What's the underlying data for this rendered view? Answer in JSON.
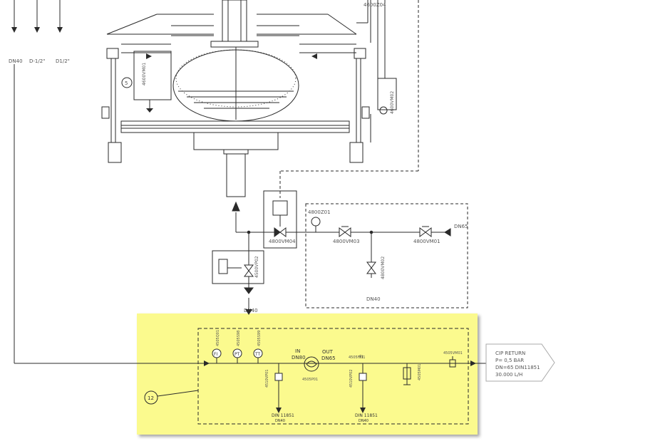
{
  "colors": {
    "line": "#2a2a2a",
    "highlight": "#fbfa8e",
    "text": "#333333"
  },
  "top_left": {
    "size1": "DN40",
    "size2": "D-1/2\"",
    "size3": "D1/2\""
  },
  "vessel": {
    "label_top_right": "4600Z04",
    "valve_left": "4600VM01",
    "valve_right": "4600VM02",
    "bubble": "5"
  },
  "middle": {
    "gauge": "4800Z01",
    "valve_main": "4800VM04",
    "valve_03": "4800VM03",
    "valve_01": "4800VM01",
    "valve_02": "4800VM02",
    "inlet_dn": "DN65",
    "drain_dn": "DN40",
    "valve_pv": "4500VP02",
    "outlet_dn": "DN40"
  },
  "skid": {
    "bubble": "12",
    "instrument_fi": "FI",
    "instrument_pt": "PT",
    "instrument_tt": "TT",
    "tag_fi": "4505Q01",
    "tag_pt": "4505S98",
    "tag_tt": "4505S99",
    "in_label": "IN",
    "in_dn": "DN80",
    "out_label": "OUT",
    "out_dn": "DN65",
    "pump_tag": "4505P01",
    "valve_left_tag": "4510VP01",
    "valve_right_tag": "4510VP02",
    "fi2_tag": "4505FI01",
    "fi2_label": "FI",
    "pressure_tag": "4505M01",
    "outlet_valve_tag": "4505VM01",
    "drain_left_std": "DIN 11851",
    "drain_left_dn": "DN40",
    "drain_right_std": "DIN 11851",
    "drain_right_dn": "DN40"
  },
  "callout": {
    "line1": "CIP RETURN",
    "line2": "P= 0,5 BAR",
    "line3": "DN=65 DIN11851",
    "line4": "30.000 L/H"
  }
}
